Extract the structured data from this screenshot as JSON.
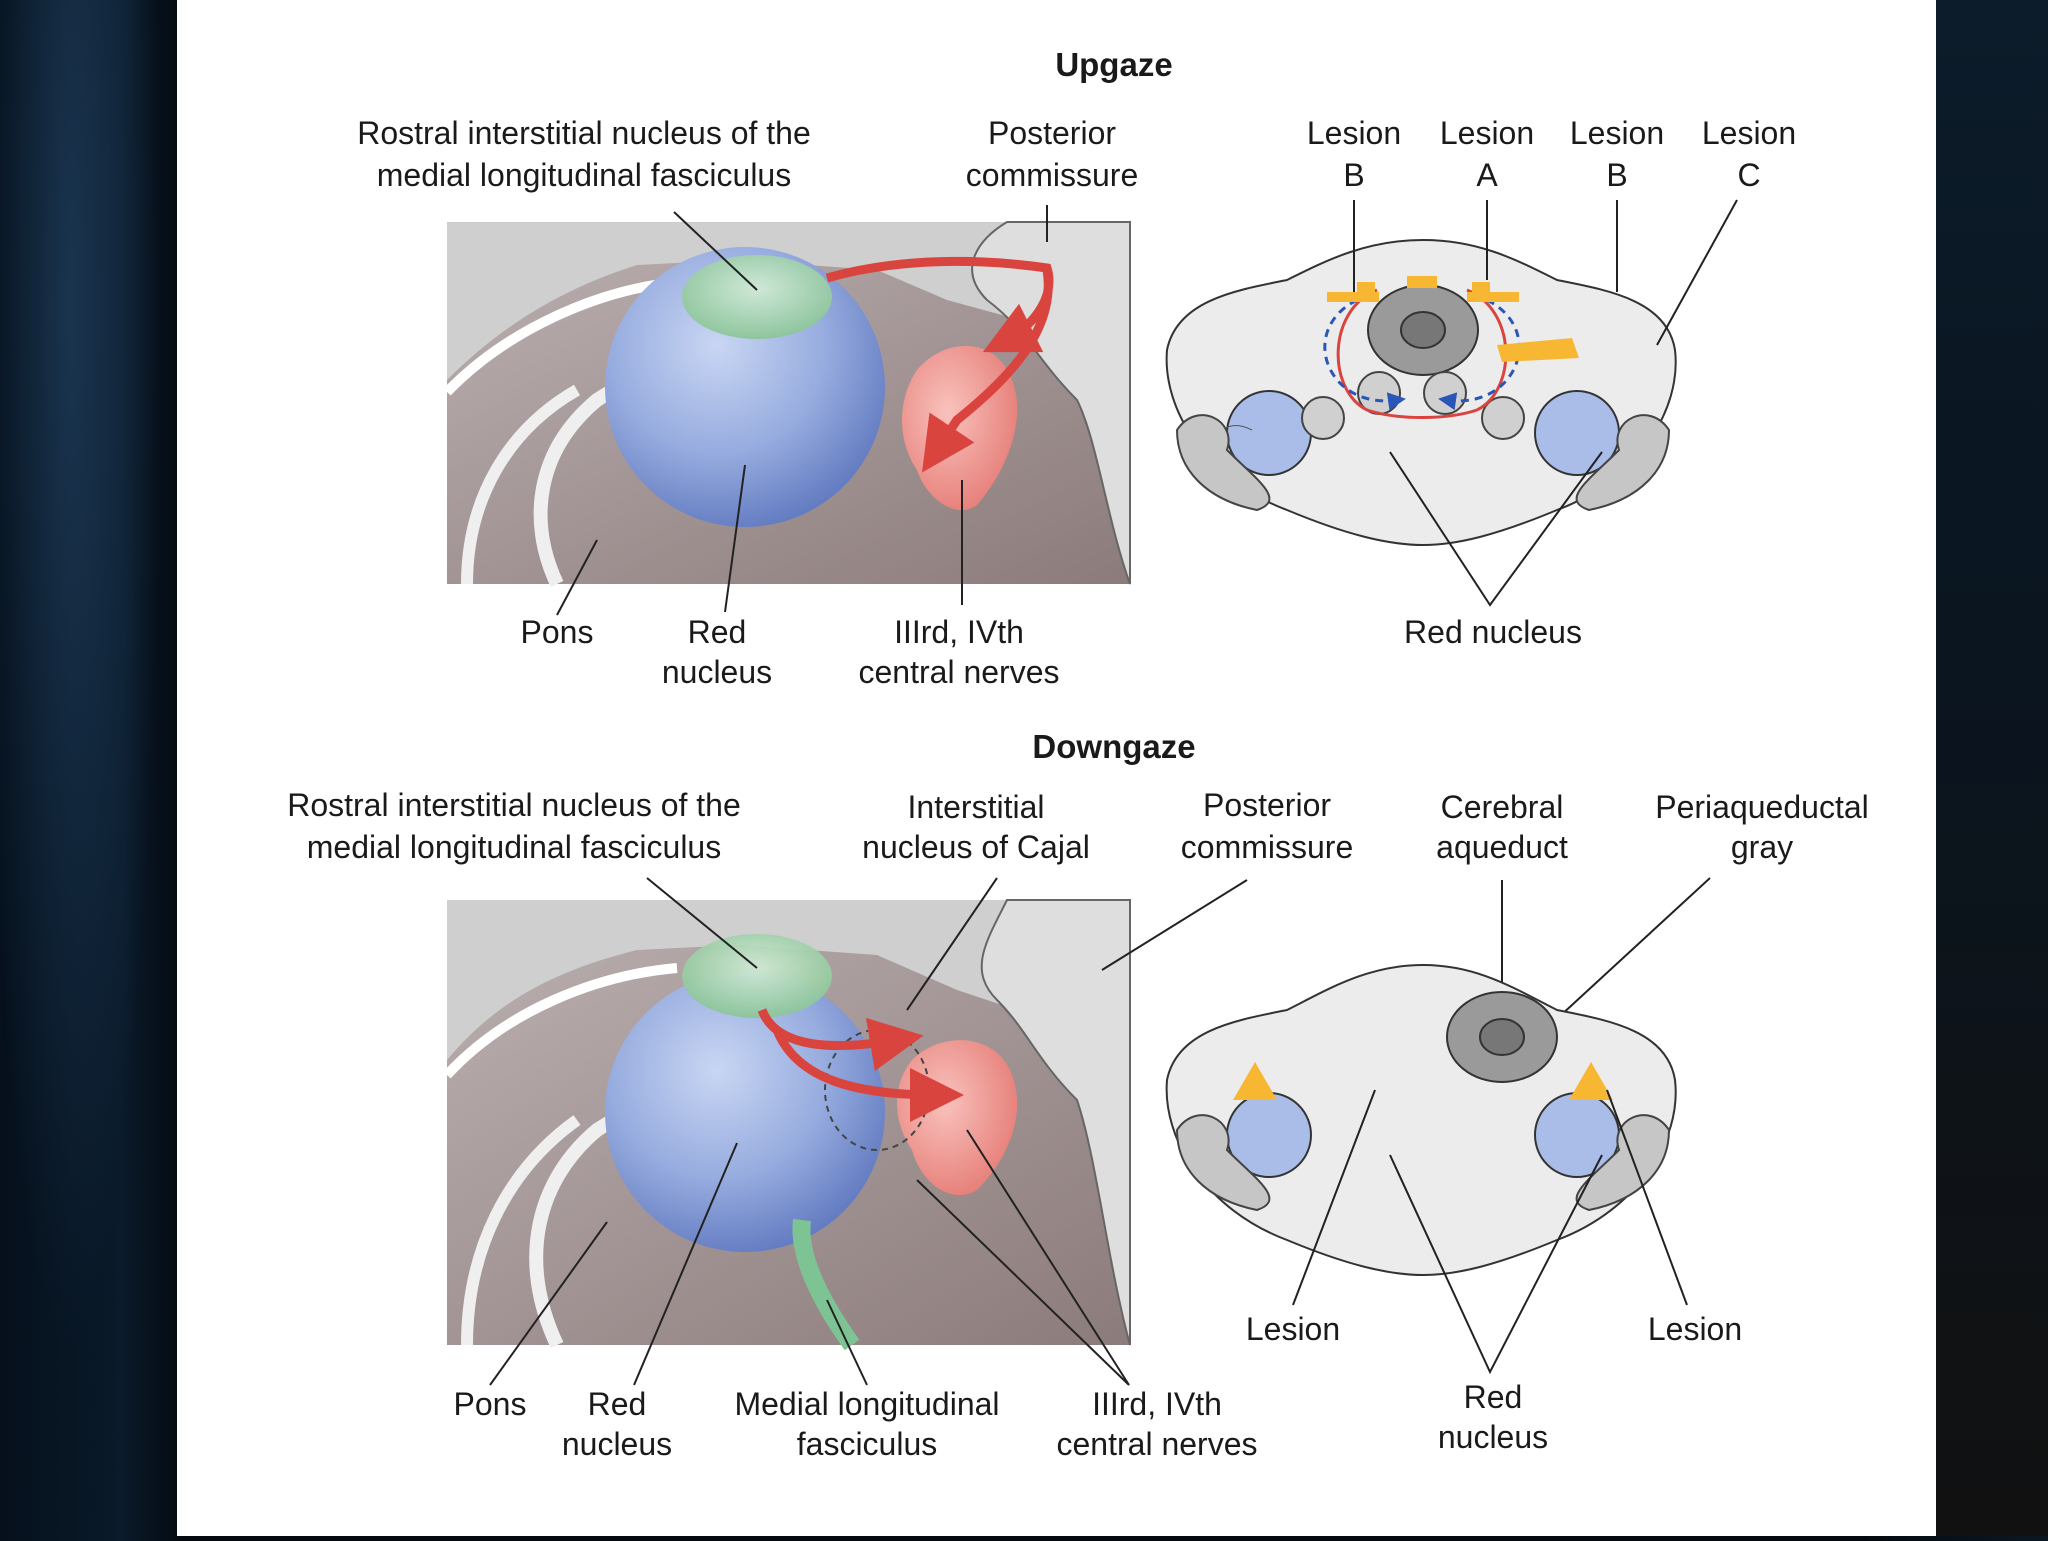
{
  "upgaze": {
    "title": "Upgaze",
    "labels": {
      "rimlf_line1": "Rostral interstitial nucleus of the",
      "rimlf_line2": "medial longitudinal fasciculus",
      "pc_line1": "Posterior",
      "pc_line2": "commissure",
      "pons": "Pons",
      "red_line1": "Red",
      "red_line2": "nucleus",
      "nerves_line1": "IIIrd, IVth",
      "nerves_line2": "central nerves",
      "lesion_b1_line1": "Lesion",
      "lesion_b1_line2": "B",
      "lesion_a_line1": "Lesion",
      "lesion_a_line2": "A",
      "lesion_b2_line1": "Lesion",
      "lesion_b2_line2": "B",
      "lesion_c_line1": "Lesion",
      "lesion_c_line2": "C",
      "red_nucleus": "Red nucleus"
    }
  },
  "downgaze": {
    "title": "Downgaze",
    "labels": {
      "rimlf_line1": "Rostral interstitial nucleus of the",
      "rimlf_line2": "medial longitudinal fasciculus",
      "inc_line1": "Interstitial",
      "inc_line2": "nucleus of Cajal",
      "pc_line1": "Posterior",
      "pc_line2": "commissure",
      "aqueduct_line1": "Cerebral",
      "aqueduct_line2": "aqueduct",
      "pag_line1": "Periaqueductal",
      "pag_line2": "gray",
      "pons": "Pons",
      "red_line1": "Red",
      "red_line2": "nucleus",
      "mlf_line1": "Medial longitudinal",
      "mlf_line2": "fasciculus",
      "nerves_line1": "IIIrd, IVth",
      "nerves_line2": "central nerves",
      "lesion_left": "Lesion",
      "lesion_right": "Lesion",
      "red2_line1": "Red",
      "red2_line2": "nucleus"
    }
  },
  "colors": {
    "red_nucleus": "#8fa8e0",
    "rimlf": "#9fd4a8",
    "oculomotor": "#f2908c",
    "arrow": "#d9443f",
    "lesion": "#f7b733",
    "pathway_blue": "#2a56b8"
  }
}
